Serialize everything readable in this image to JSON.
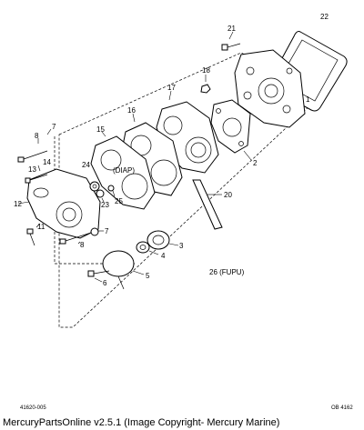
{
  "callouts": [
    {
      "id": "c1",
      "text": "1"
    },
    {
      "id": "c2",
      "text": "2"
    },
    {
      "id": "c3",
      "text": "3"
    },
    {
      "id": "c4",
      "text": "4"
    },
    {
      "id": "c5",
      "text": "5"
    },
    {
      "id": "c6",
      "text": "6"
    },
    {
      "id": "c7a",
      "text": "7"
    },
    {
      "id": "c7b",
      "text": "7"
    },
    {
      "id": "c8a",
      "text": "8"
    },
    {
      "id": "c8b",
      "text": "8"
    },
    {
      "id": "c11",
      "text": "11"
    },
    {
      "id": "c12",
      "text": "12"
    },
    {
      "id": "c13",
      "text": "13"
    },
    {
      "id": "c14",
      "text": "14"
    },
    {
      "id": "c15",
      "text": "15"
    },
    {
      "id": "c16",
      "text": "16"
    },
    {
      "id": "c17",
      "text": "17"
    },
    {
      "id": "c18",
      "text": "18"
    },
    {
      "id": "c20",
      "text": "20"
    },
    {
      "id": "c21",
      "text": "21"
    },
    {
      "id": "c22",
      "text": "22"
    },
    {
      "id": "c23",
      "text": "23"
    },
    {
      "id": "c24",
      "text": "24"
    },
    {
      "id": "c25",
      "text": "25"
    }
  ],
  "labels": {
    "diap": "(DIAP)",
    "fupu": "26 (FUPU)"
  },
  "codes": {
    "left": "41620-005",
    "right": "OB 4162"
  },
  "footer": "MercuryPartsOnline v2.5.1 (Image Copyright- Mercury Marine)"
}
